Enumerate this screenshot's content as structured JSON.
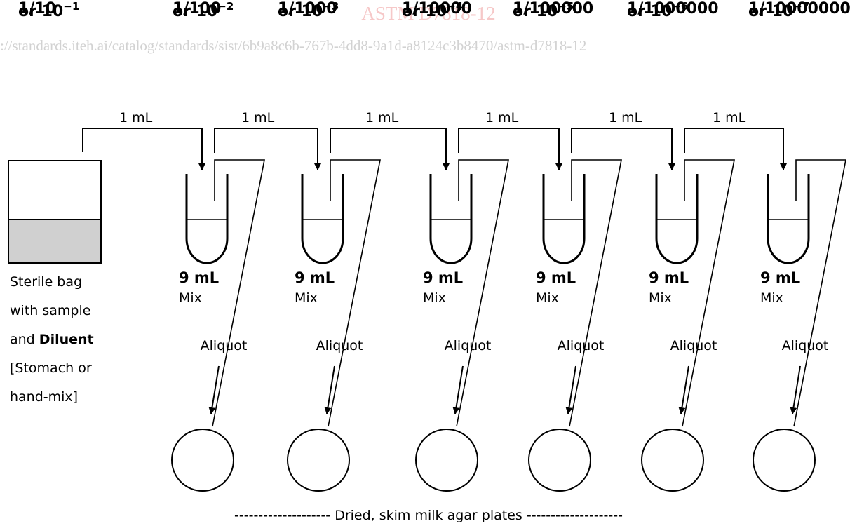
{
  "watermark": {
    "title": "ASTM D7818-12"
  },
  "dilutions": [
    {
      "fraction": "1/10",
      "power_prefix": "or 10",
      "exponent": "−1"
    },
    {
      "fraction": "1/100",
      "power_prefix": "or 10",
      "exponent": "−2"
    },
    {
      "fraction": "1/1000",
      "power_prefix": "or 10",
      "exponent": "−3"
    },
    {
      "fraction": "1/10000",
      "power_prefix": "or 10",
      "exponent": "−4"
    },
    {
      "fraction": "1/100000",
      "power_prefix": "or 10",
      "exponent": "−5"
    },
    {
      "fraction": "1/1000000",
      "power_prefix": "or 10",
      "exponent": "−6"
    },
    {
      "fraction": "1/10000000",
      "power_prefix": "or 10",
      "exponent": "−7"
    }
  ],
  "transfer_label": "1 mL",
  "tube_volume": "9 mL",
  "tube_action": "Mix",
  "aliquot_label": "Aliquot",
  "bag": {
    "line1": "Sterile bag",
    "line2": "with sample",
    "line3_prefix": "and ",
    "line3_bold": "Diluent",
    "line4": "[Stomach or",
    "line5": "hand-mix]"
  },
  "plates_caption": "-------------------- Dried, skim milk agar plates --------------------"
}
